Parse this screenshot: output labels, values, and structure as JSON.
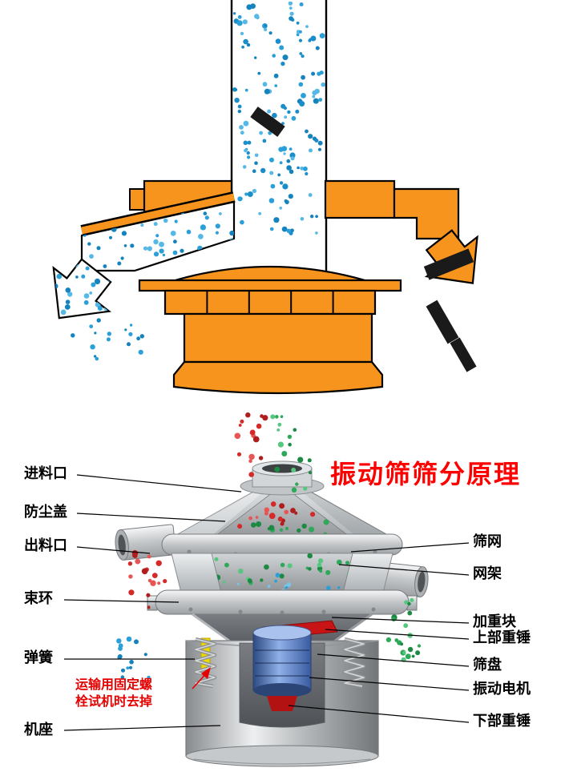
{
  "bottom_diagram": {
    "title": "振动筛筛分原理",
    "left_labels": [
      {
        "id": "feed-inlet",
        "text": "进料口"
      },
      {
        "id": "dust-cover",
        "text": "防尘盖"
      },
      {
        "id": "discharge-outlet",
        "text": "出料口"
      },
      {
        "id": "clamp-ring",
        "text": "束环"
      },
      {
        "id": "spring",
        "text": "弹簧"
      },
      {
        "id": "machine-base",
        "text": "机座"
      }
    ],
    "right_labels": [
      {
        "id": "screen-mesh",
        "text": "筛网"
      },
      {
        "id": "mesh-frame",
        "text": "网架"
      },
      {
        "id": "weight-block",
        "text": "加重块"
      },
      {
        "id": "upper-weight",
        "text": "上部重锤"
      },
      {
        "id": "sieve-tray",
        "text": "筛盘"
      },
      {
        "id": "vibration-motor",
        "text": "振动电机"
      },
      {
        "id": "lower-weight",
        "text": "下部重锤"
      }
    ],
    "warning_note": "运输用固定螺栓试机时去掉"
  },
  "colors": {
    "title_red": "#fe0000",
    "note_red": "#e60000",
    "machine_orange": "#f6941e",
    "outline_black": "#000000",
    "particle_blue": "#2a9fd8",
    "particle_red": "#d42a2a",
    "particle_green": "#2fa85a",
    "motor_blue": "#4a6fb5",
    "weight_red": "#c81414",
    "spring_yellow": "#ecd800",
    "metal_silver": "#c2c5c8"
  }
}
